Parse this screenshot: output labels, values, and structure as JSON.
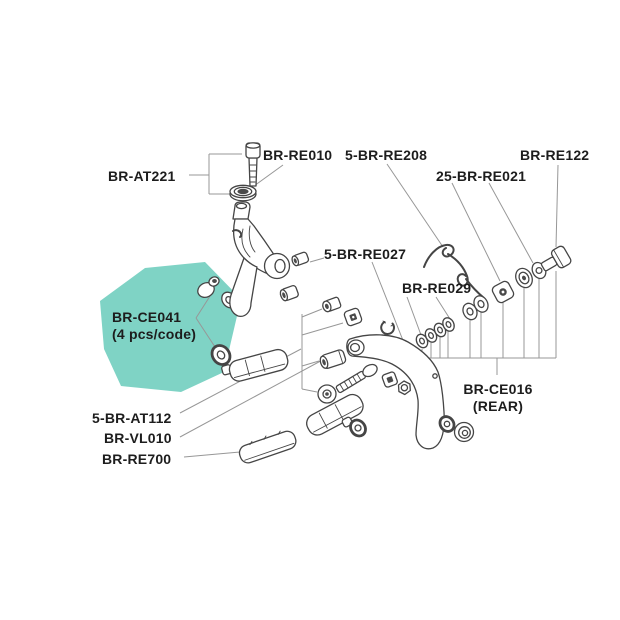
{
  "diagram_title": "Brake caliper exploded parts diagram",
  "colors": {
    "background": "#ffffff",
    "line": "#454545",
    "leader": "#979797",
    "text": "#1d1d1d",
    "highlight": "#7fd3c5"
  },
  "labels": {
    "at221": "BR-AT221",
    "re010": "BR-RE010",
    "re208": "5-BR-RE208",
    "re122": "BR-RE122",
    "re021": "25-BR-RE021",
    "re027": "5-BR-RE027",
    "re029": "BR-RE029",
    "ce041": "BR-CE041",
    "ce041_note": "(4 pcs/code)",
    "at112": "5-BR-AT112",
    "vl010": "BR-VL010",
    "re700": "BR-RE700",
    "ce016": "BR-CE016",
    "ce016_note": "(REAR)"
  }
}
